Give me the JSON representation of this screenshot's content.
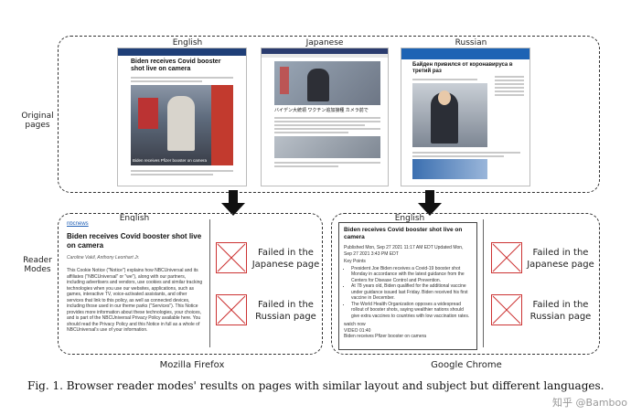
{
  "top_panel": {
    "side_label": "Original\npages",
    "columns": [
      {
        "label": "English",
        "headline": "Biden receives Covid booster shot live on camera",
        "caption": "Biden receives Pfizer booster on camera"
      },
      {
        "label": "Japanese",
        "headline": "バイデン大統領 ワクチン追加接種 カメラ前で"
      },
      {
        "label": "Russian",
        "headline": "Байден привился от коронавируса в третий раз"
      }
    ]
  },
  "bottom_panel": {
    "side_label": "Reader\nModes",
    "firefox": {
      "label": "English",
      "site": "nbcnews",
      "headline": "Biden receives Covid booster shot live on camera",
      "byline": "Caroline Vakil, Anthony Leonhart Jr.",
      "body": "This Cookie Notice (\"Notice\") explains how NBCUniversal and its affiliates (\"NBCUniversal\" or \"we\"), along with our partners, including advertisers and vendors, use cookies and similar tracking technologies when you use our websites, applications, such as games, interactive TV, voice-activated assistants, and other services that link to this policy, as well as connected devices, including those used in our theme parks (\"Services\"). This Notice provides more information about these technologies, your choices, and is part of the NBCUniversal Privacy Policy available here. You should read the Privacy Policy and this Notice in full as a whole of NBCUniversal's use of your information.",
      "fail1": "Failed in the\nJapanese page",
      "fail2": "Failed in the\nRussian page",
      "browser": "Mozilla Firefox"
    },
    "chrome": {
      "label": "English",
      "headline": "Biden receives Covid booster shot live on camera",
      "meta": "Published Mon, Sep 27 2021 11:17 AM EDT Updated Mon, Sep 27 2021 3:43 PM EDT",
      "key": "Key Points",
      "bullets": [
        "President Joe Biden receives a Covid-19 booster shot Monday in accordance with the latest guidance from the Centers for Disease Control and Prevention.",
        "At 78 years old, Biden qualified for the additional vaccine under guidance issued last Friday. Biden received his first vaccine in December.",
        "The World Health Organization opposes a widespread rollout of booster shots, saying wealthier nations should give extra vaccines to countries with low vaccination rates."
      ],
      "tail": [
        "watch now",
        "VIDEO 01:40",
        "Biden receives Pfizer booster on camera"
      ],
      "fail1": "Failed in the\nJapanese page",
      "fail2": "Failed in the\nRussian page",
      "browser": "Google Chrome"
    }
  },
  "caption": "Fig. 1. Browser reader modes' results on pages with similar layout and subject but different languages.",
  "watermark": "知乎 @Bamboo"
}
